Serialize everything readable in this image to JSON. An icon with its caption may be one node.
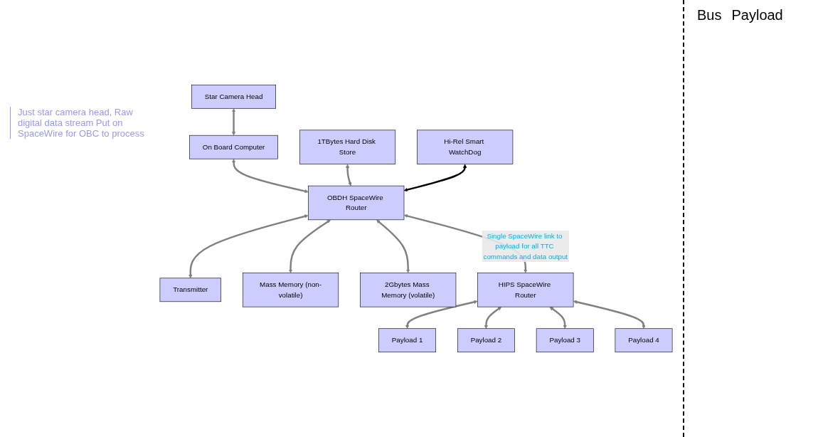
{
  "diagram": {
    "nodes": [
      {
        "text": [
          "Star Camera Head"
        ]
      },
      {
        "text": [
          "On Board Computer"
        ]
      },
      {
        "text": [
          "1TBytes Hard Disk Store"
        ]
      },
      {
        "text": [
          "Hi-Rel Smart WatchDog"
        ]
      },
      {
        "text": [
          "OBDH SpaceWire Router"
        ]
      },
      {
        "text": [
          "Transmitter"
        ]
      },
      {
        "text": [
          "Mass Memory (non-volatile)"
        ]
      },
      {
        "text": [
          "2Gbytes Mass Memory (volatile)"
        ]
      },
      {
        "text": [
          "Payload 1"
        ]
      },
      {
        "text": [
          "Payload 2"
        ]
      },
      {
        "text": [
          "HIPS SpaceWire Router"
        ]
      },
      {
        "text": [
          "Payload 3"
        ]
      },
      {
        "text": [
          "Payload 4"
        ]
      }
    ],
    "edges": [
      {
        "from": 0,
        "to": 1,
        "arrow": "both"
      },
      {
        "from": 1,
        "to": 4,
        "arrow": "both"
      },
      {
        "from": 2,
        "to": 4,
        "arrow": "both"
      },
      {
        "from": 3,
        "to": 4,
        "arrow": "both",
        "color": "#000000"
      },
      {
        "from": 4,
        "to": 5,
        "arrow": "both"
      },
      {
        "from": 4,
        "to": 6,
        "arrow": "both"
      },
      {
        "from": 4,
        "to": 7,
        "arrow": "both"
      },
      {
        "from": 4,
        "to": 10,
        "arrow": "both",
        "label": "Single SpaceWire link to payload for all TTC commands and data output"
      },
      {
        "from": 10,
        "to": 8,
        "arrow": "both"
      },
      {
        "from": 10,
        "to": 9,
        "arrow": "both"
      },
      {
        "from": 10,
        "to": 11,
        "arrow": "both"
      },
      {
        "from": 10,
        "to": 12,
        "arrow": "both"
      }
    ],
    "labels": [
      "Bus",
      "Payload",
      "Just star camera head, Raw digital data stream Put on SpaceWire for OBC to process"
    ]
  }
}
